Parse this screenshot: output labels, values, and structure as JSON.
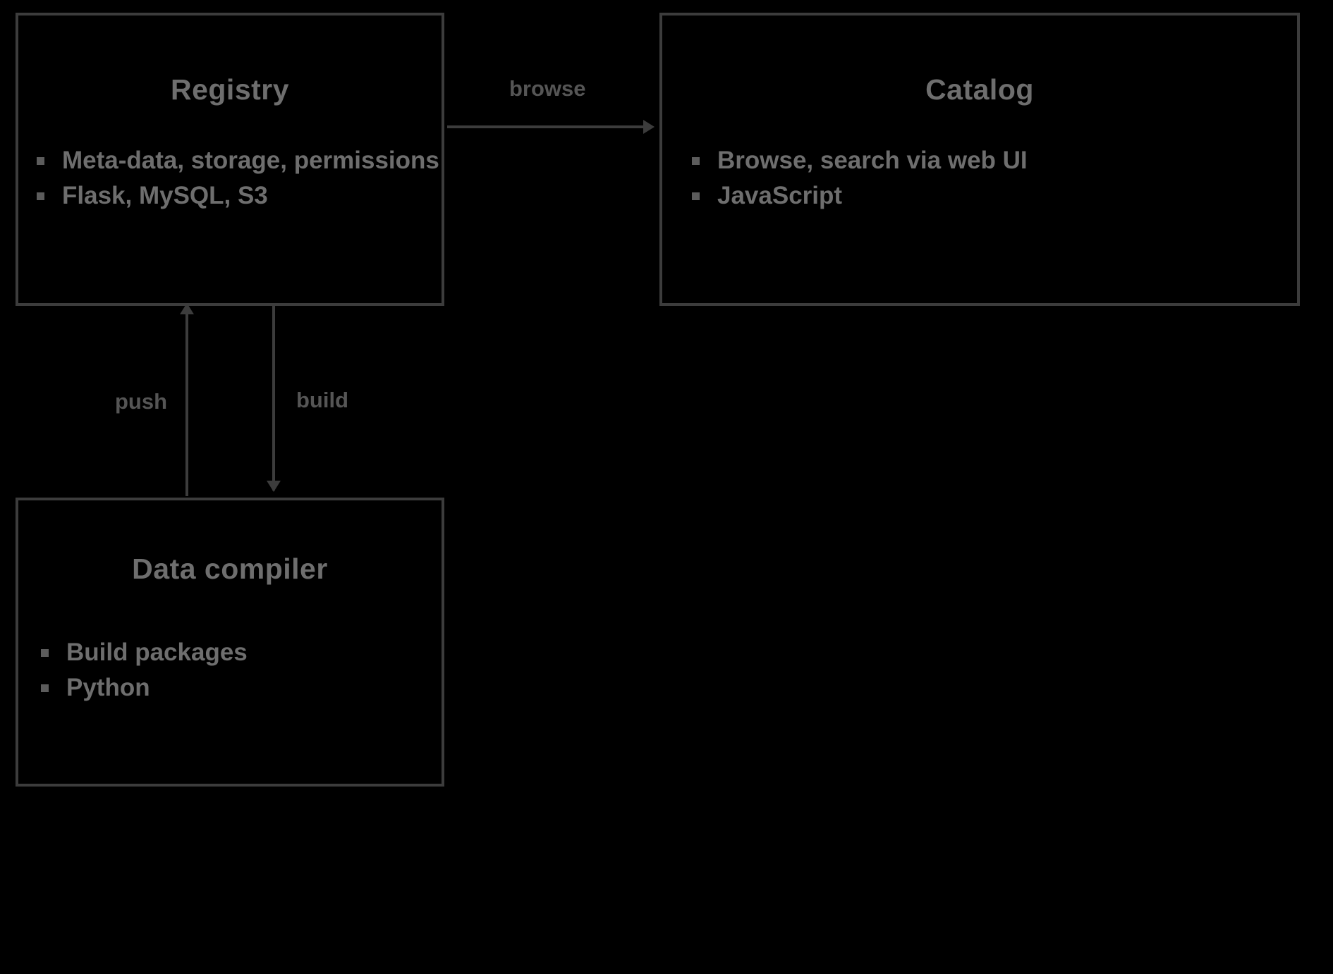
{
  "diagram": {
    "type": "architecture-block-diagram",
    "background_color": "#000000",
    "box_border_color": "#3c3c3c",
    "text_color": "#6e6e6e",
    "edge_color": "#3c3c3c",
    "nodes": [
      {
        "id": "registry",
        "title": "Registry",
        "bullets": [
          "Meta-data, storage, permissions",
          "Flask, MySQL, S3"
        ]
      },
      {
        "id": "catalog",
        "title": "Catalog",
        "bullets": [
          "Browse, search via web UI",
          "JavaScript"
        ]
      },
      {
        "id": "datacompiler",
        "title": "Data compiler",
        "bullets": [
          "Build packages",
          "Python"
        ]
      }
    ],
    "edges": [
      {
        "id": "browse",
        "label": "browse",
        "from": "registry",
        "to": "catalog",
        "direction": "right"
      },
      {
        "id": "push",
        "label": "push",
        "from": "datacompiler",
        "to": "registry",
        "direction": "up"
      },
      {
        "id": "build",
        "label": "build",
        "from": "registry",
        "to": "datacompiler",
        "direction": "down"
      }
    ]
  }
}
